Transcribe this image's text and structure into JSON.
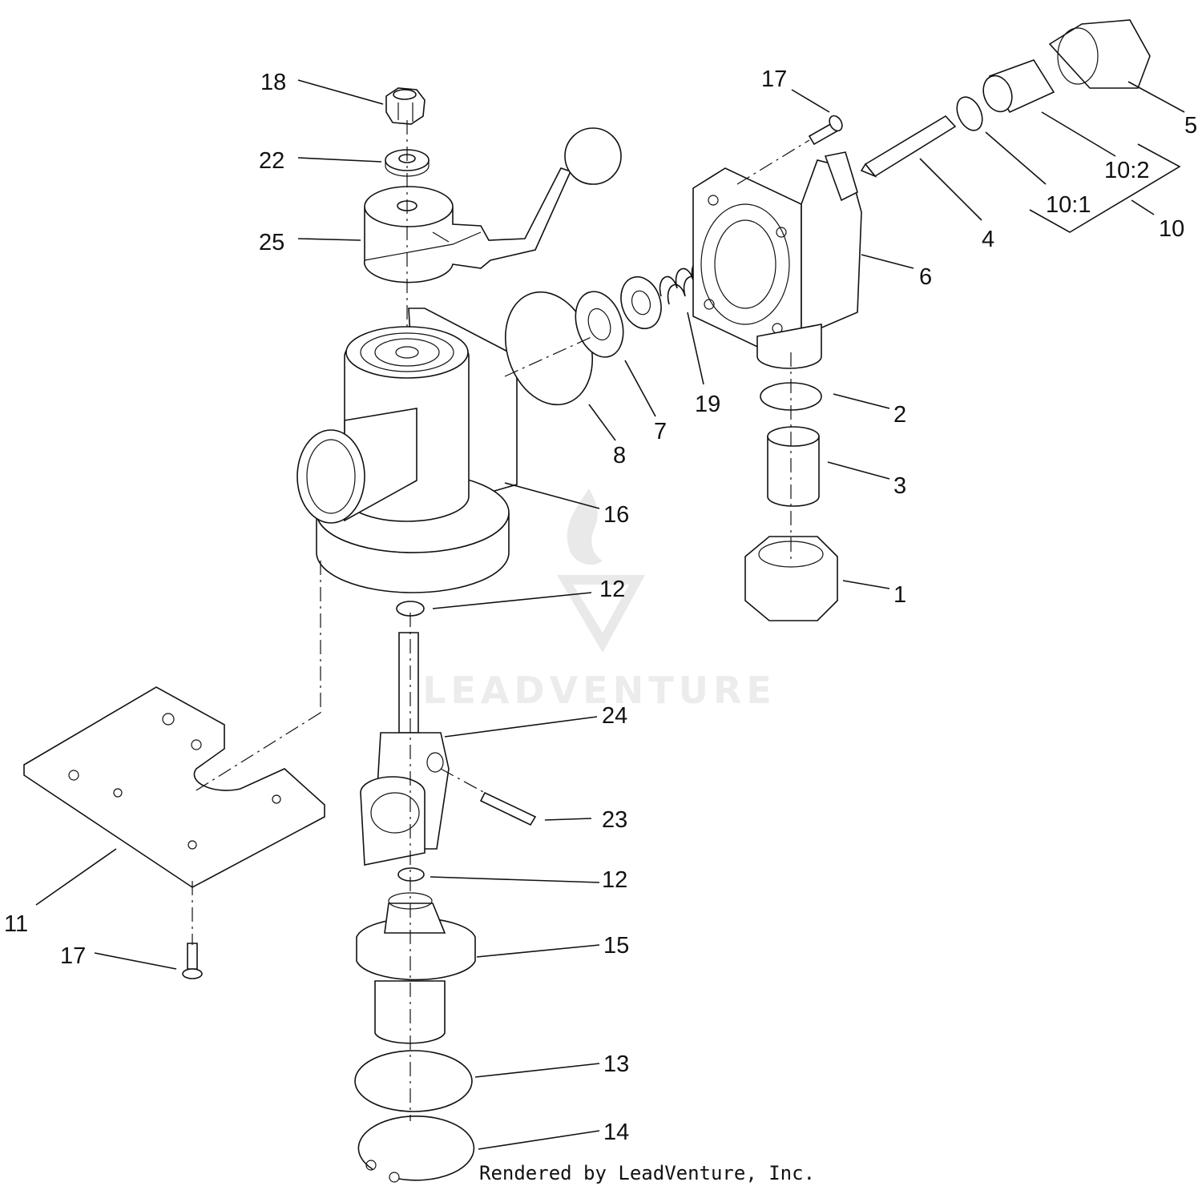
{
  "diagram": {
    "callouts": {
      "c18": "18",
      "c22": "22",
      "c25": "25",
      "c17a": "17",
      "c5": "5",
      "c10_2": "10:2",
      "c10_1": "10:1",
      "c10": "10",
      "c4": "4",
      "c6": "6",
      "c19": "19",
      "c7": "7",
      "c8": "8",
      "c2": "2",
      "c3": "3",
      "c16": "16",
      "c1": "1",
      "c12a": "12",
      "c24": "24",
      "c23": "23",
      "c12b": "12",
      "c11": "11",
      "c17b": "17",
      "c15": "15",
      "c13": "13",
      "c14": "14"
    },
    "watermark": "LEADVENTURE",
    "credit": "Rendered by LeadVenture, Inc."
  }
}
